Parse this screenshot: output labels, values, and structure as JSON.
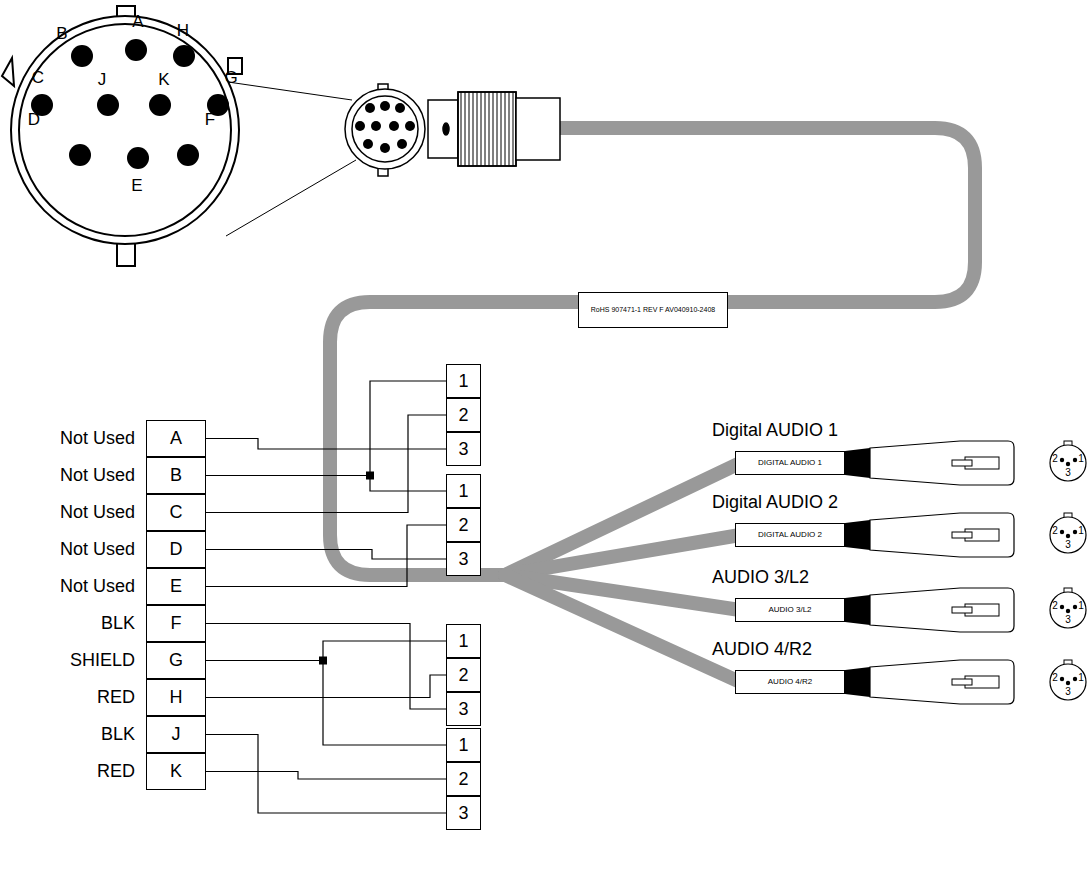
{
  "diagram": {
    "nodes": [
      {
        "text": [
          "RoHS 907471-1 REV F AV040910-2408"
        ]
      },
      {
        "text": [
          "1"
        ]
      },
      {
        "text": [
          "2"
        ]
      },
      {
        "text": [
          "3"
        ]
      },
      {
        "text": [
          "A"
        ]
      },
      {
        "text": [
          "B"
        ]
      },
      {
        "text": [
          "C"
        ]
      },
      {
        "text": [
          "D"
        ]
      },
      {
        "text": [
          "E"
        ]
      },
      {
        "text": [
          "F"
        ]
      },
      {
        "text": [
          "G"
        ]
      },
      {
        "text": [
          "H"
        ]
      },
      {
        "text": [
          "J"
        ]
      },
      {
        "text": [
          "K"
        ]
      },
      {
        "text": [
          "1"
        ]
      },
      {
        "text": [
          "2"
        ]
      },
      {
        "text": [
          "3"
        ]
      },
      {
        "text": [
          "1"
        ]
      },
      {
        "text": [
          "2"
        ]
      },
      {
        "text": [
          "3"
        ]
      },
      {
        "text": [
          "1"
        ]
      },
      {
        "text": [
          "2"
        ]
      },
      {
        "text": [
          "3"
        ]
      },
      {
        "text": [
          "DIGITAL AUDIO 1"
        ]
      },
      {
        "text": [
          "DIGITAL AUDIO 2"
        ]
      },
      {
        "text": [
          "AUDIO 3/L2"
        ]
      },
      {
        "text": [
          "AUDIO 4/R2"
        ]
      }
    ],
    "edges": [
      {
        "from": 4,
        "to": 3,
        "arrow": "none"
      },
      {
        "from": 5,
        "to": 1,
        "arrow": "none"
      },
      {
        "from": 5,
        "to": 14,
        "arrow": "none"
      },
      {
        "from": 6,
        "to": 2,
        "arrow": "none"
      },
      {
        "from": 7,
        "to": 16,
        "arrow": "none"
      },
      {
        "from": 8,
        "to": 15,
        "arrow": "none"
      },
      {
        "from": 9,
        "to": 19,
        "arrow": "none"
      },
      {
        "from": 10,
        "to": 17,
        "arrow": "none"
      },
      {
        "from": 10,
        "to": 20,
        "arrow": "none"
      },
      {
        "from": 11,
        "to": 18,
        "arrow": "none"
      },
      {
        "from": 12,
        "to": 22,
        "arrow": "none"
      },
      {
        "from": 13,
        "to": 21,
        "arrow": "none"
      }
    ],
    "labels": [
      "Not Used",
      "Not Used",
      "Not Used",
      "Not Used",
      "Not Used",
      "BLK",
      "SHIELD",
      "RED",
      "BLK",
      "RED",
      "B",
      "A",
      "H",
      "C",
      "J",
      "K",
      "G",
      "D",
      "F",
      "E",
      "Digital AUDIO 1",
      "Digital AUDIO 2",
      "AUDIO 3/L2",
      "AUDIO 4/R2",
      "2",
      "1",
      "3",
      "2",
      "1",
      "3",
      "2",
      "1",
      "3",
      "2",
      "1",
      "3"
    ]
  }
}
